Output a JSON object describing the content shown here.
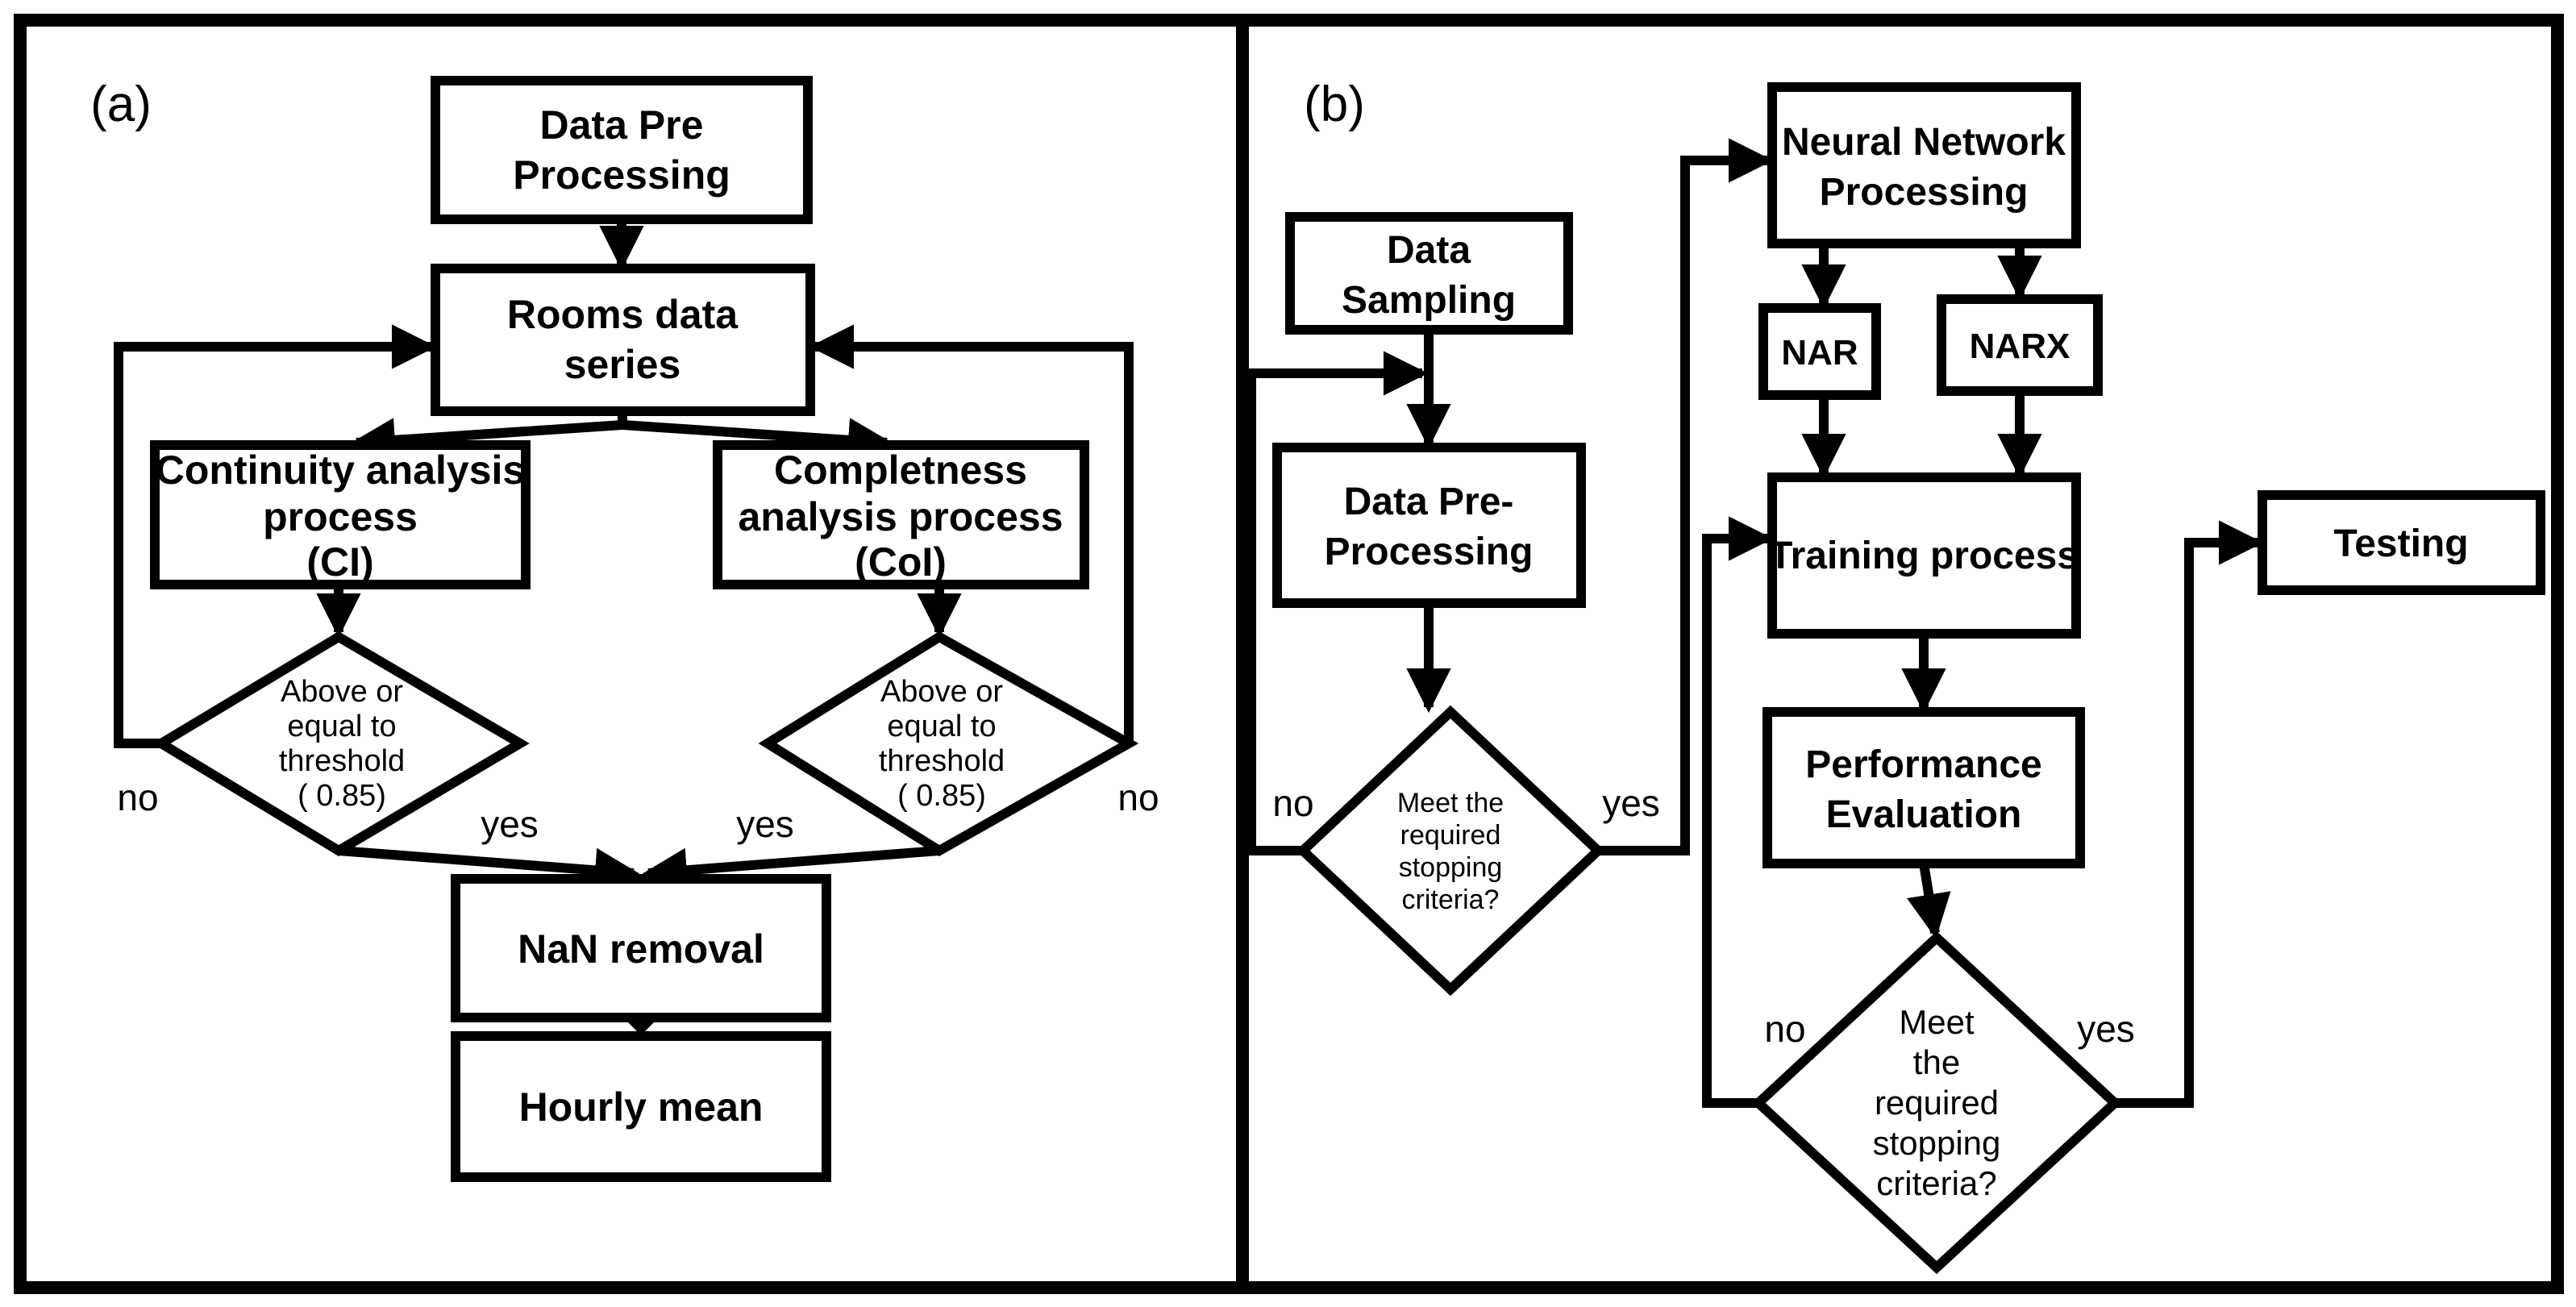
{
  "figure": {
    "background_color": "#ffffff",
    "line_color": "#000000"
  },
  "panel_a": {
    "label": "(a)",
    "nodes": {
      "data_pre_processing": {
        "lines": [
          "Data Pre",
          "Processing"
        ]
      },
      "rooms_data_series": {
        "lines": [
          "Rooms data",
          "series"
        ]
      },
      "continuity_analysis": {
        "lines": [
          "Continuity analysis",
          "process",
          "(CI)"
        ]
      },
      "completness_analysis": {
        "lines": [
          "Completness",
          "analysis process",
          "(CoI)"
        ]
      },
      "threshold_decision_left": {
        "lines": [
          "Above or",
          "equal to",
          "threshold",
          "( 0.85)"
        ]
      },
      "threshold_decision_right": {
        "lines": [
          "Above or",
          "equal to",
          "threshold",
          "( 0.85)"
        ]
      },
      "nan_removal": {
        "lines": [
          "NaN removal"
        ]
      },
      "hourly_mean": {
        "lines": [
          "Hourly mean"
        ]
      }
    },
    "edge_labels": {
      "no_left": "no",
      "yes_left": "yes",
      "yes_right": "yes",
      "no_right": "no"
    }
  },
  "panel_b": {
    "label": "(b)",
    "nodes": {
      "data_sampling": {
        "lines": [
          "Data",
          "Sampling"
        ]
      },
      "neural_network": {
        "lines": [
          "Neural Network",
          "Processing"
        ]
      },
      "nar": {
        "lines": [
          "NAR"
        ]
      },
      "narx": {
        "lines": [
          "NARX"
        ]
      },
      "data_pre_processing": {
        "lines": [
          "Data Pre-",
          "Processing"
        ]
      },
      "training_process": {
        "lines": [
          "Training process"
        ]
      },
      "testing": {
        "lines": [
          "Testing"
        ]
      },
      "performance_eval": {
        "lines": [
          "Performance",
          "Evaluation"
        ]
      },
      "stop_decision_1": {
        "lines": [
          "Meet the",
          "required",
          "stopping",
          "criteria?"
        ]
      },
      "stop_decision_2": {
        "lines": [
          "Meet",
          "the",
          "required",
          "stopping",
          "criteria?"
        ]
      }
    },
    "edge_labels": {
      "no_1": "no",
      "yes_1": "yes",
      "no_2": "no",
      "yes_2": "yes"
    }
  }
}
